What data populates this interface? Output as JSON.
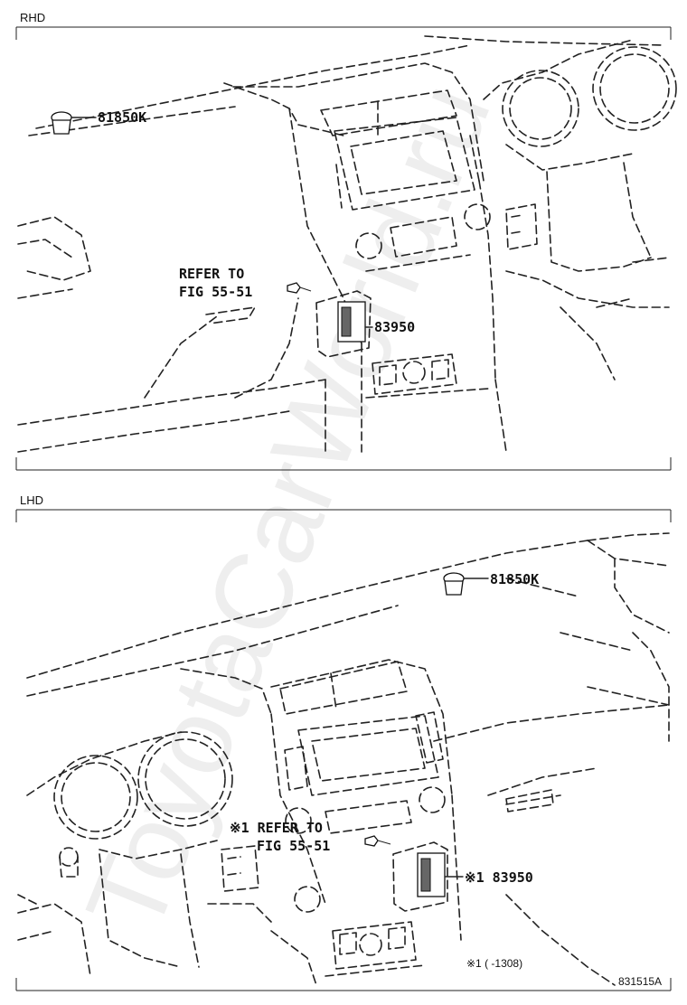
{
  "sections": [
    {
      "label": "RHD",
      "parts": [
        {
          "code": "81850K"
        },
        {
          "code": "83950"
        }
      ],
      "refer_lines": [
        "REFER TO",
        "FIG 55-51"
      ]
    },
    {
      "label": "LHD",
      "parts": [
        {
          "code": "81850K"
        },
        {
          "code": "※1 83950"
        }
      ],
      "refer_lines": [
        "※1 REFER TO",
        "FIG 55-51"
      ]
    }
  ],
  "footnote": "※1 (      -1308)",
  "figure_id": "831515A",
  "watermark": "ToyotaCarWorld.ru",
  "colors": {
    "line": "#222222",
    "background": "#ffffff"
  }
}
